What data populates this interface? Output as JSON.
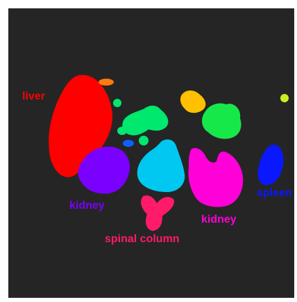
{
  "labels": {
    "liver": "liver",
    "kidney_left": "kidney",
    "kidney_right": "kidney",
    "spinal_column": "spinal column",
    "spleen": "spleen"
  },
  "colors": {
    "background": "#252525",
    "frame": "#ffffff",
    "liver": "#ff0000",
    "kidney_left": "#7a00ff",
    "kidney_right": "#ff00d8",
    "spinal_column": "#ff1a6a",
    "spleen": "#0a18ff",
    "spleen_label": "#0a18ff",
    "cyan_structure": "#00c8f0",
    "green_cluster": "#00e86e",
    "green_cluster_right": "#17e84a",
    "orange_blob": "#ff7a10",
    "yellow_blob": "#ffc000",
    "yellow_green_dot": "#c8f020",
    "blue_dot": "#1060ff"
  }
}
